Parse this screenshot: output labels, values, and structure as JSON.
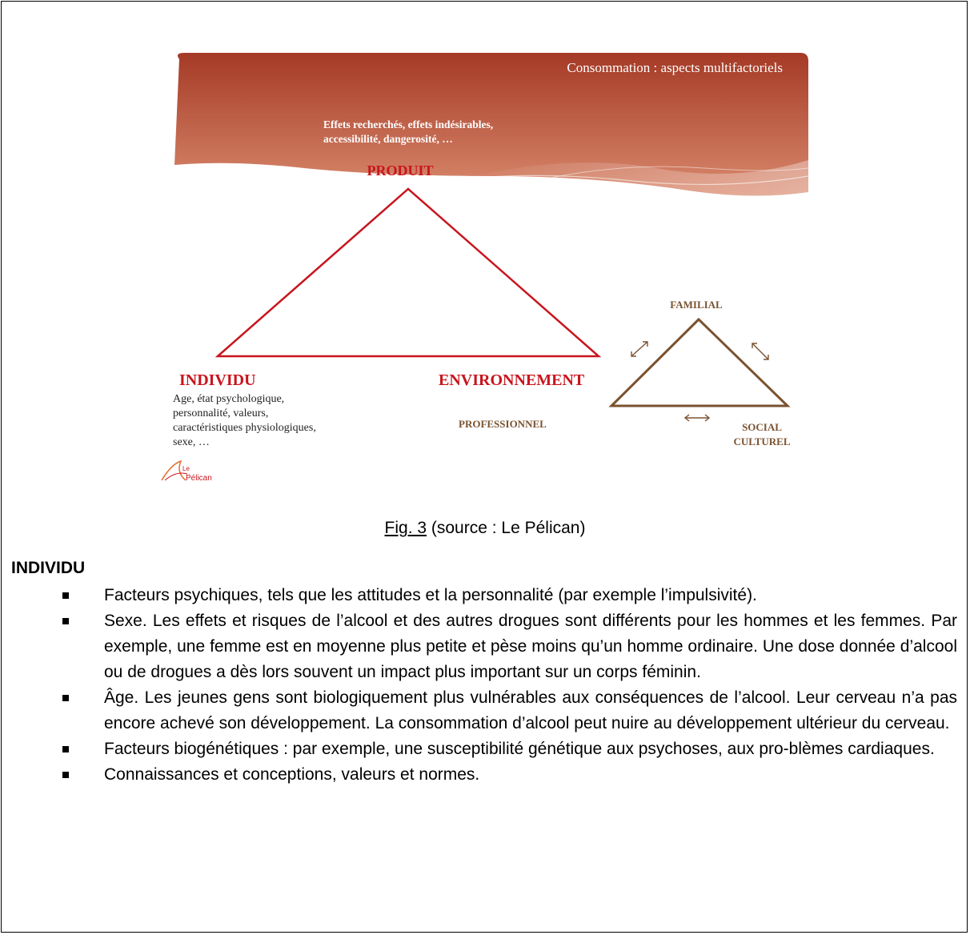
{
  "figure": {
    "header_title": "Consommation : aspects multifactoriels",
    "product_desc_line1": "Effets recherchés, effets indésirables,",
    "product_desc_line2": "accessibilité, dangerosité, …",
    "label_produit": "PRODUIT",
    "label_individu": "INDIVIDU",
    "label_environnement": "ENVIRONNEMENT",
    "individu_desc": [
      "Age, état psychologique,",
      "personnalité, valeurs,",
      "caractéristiques physiologiques,",
      "sexe, …"
    ],
    "label_familial": "FAMILIAL",
    "label_professionnel": "PROFESSIONNEL",
    "label_social": "SOCIAL",
    "label_culturel": "CULTUREL",
    "logo_text_le": "Le",
    "logo_text_pelican": "Pélican",
    "colors": {
      "header_dark": "#a53a26",
      "header_light": "#d98a6e",
      "red": "#c8151d",
      "brown": "#7a5230"
    }
  },
  "caption": {
    "fig_label": "Fig. 3",
    "source_text": " (source : Le Pélican)"
  },
  "section": {
    "title": "INDIVIDU",
    "bullets": [
      "Facteurs psychiques, tels que les attitudes et la personnalité (par exemple l’impulsivité).",
      "Sexe. Les effets et risques de l’alcool et des autres drogues sont différents pour les hommes et les femmes. Par exemple, une femme est en moyenne plus petite et pèse moins qu’un homme ordinaire. Une dose donnée d’alcool ou de drogues a dès lors souvent un impact plus important sur un corps féminin.",
      "Âge. Les jeunes gens sont biologiquement plus vulnérables aux conséquences de l’alcool. Leur cerveau n’a pas encore achevé son développement. La consommation d’alcool peut nuire au développement ultérieur du cerveau.",
      "Facteurs biogénétiques : par exemple, une susceptibilité génétique aux psychoses, aux pro-blèmes cardiaques.",
      "Connaissances et conceptions, valeurs et normes."
    ]
  }
}
